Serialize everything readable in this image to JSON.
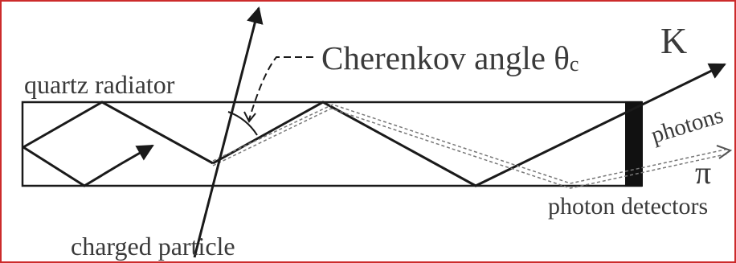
{
  "labels": {
    "angle_label": "Cherenkov angle",
    "theta_symbol": "θ",
    "theta_subscript": "c",
    "radiator": "quartz radiator",
    "kaon": "K",
    "photons": "photons",
    "pion": "π",
    "detectors": "photon detectors",
    "particle": "charged particle"
  },
  "colors": {
    "line": "#1a1a1a",
    "text": "#3a3a3a",
    "border": "#cc2b2b",
    "dashed_path": "#777777"
  }
}
